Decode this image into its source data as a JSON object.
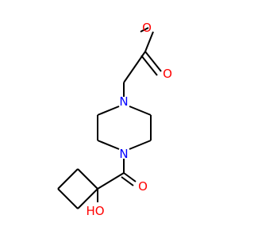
{
  "molecule": {
    "atoms": {
      "o_ether": {
        "symbol": "O",
        "color": "#ff0000"
      },
      "o_carbonyl_top": {
        "symbol": "O",
        "color": "#ff0000"
      },
      "n_top": {
        "symbol": "N",
        "color": "#0000ff"
      },
      "n_bottom": {
        "symbol": "N",
        "color": "#0000ff"
      },
      "o_carbonyl_amide": {
        "symbol": "O",
        "color": "#ff0000"
      },
      "hydroxyl": {
        "symbol": "HO",
        "color": "#ff0000"
      }
    },
    "colors": {
      "bond": "#000000",
      "background": "#ffffff"
    }
  }
}
